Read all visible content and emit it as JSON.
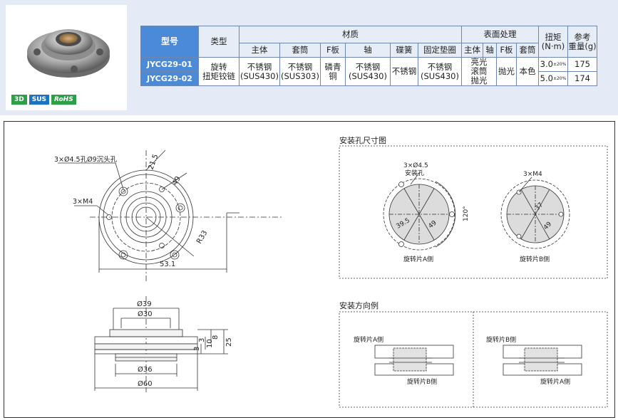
{
  "badges": {
    "b3d": "3D",
    "sus": "SUS",
    "rohs": "RoHS"
  },
  "table": {
    "h_model": "型号",
    "h_type": "类型",
    "h_material": "材质",
    "h_surface": "表面处理",
    "h_torque": "扭矩",
    "h_torque_unit": "(N·m)",
    "h_ref": "参考",
    "h_weight": "重量(g)",
    "sub": [
      "主体",
      "套筒",
      "F板",
      "轴",
      "碟簧",
      "固定垫圈",
      "主体",
      "轴",
      "F板",
      "套筒"
    ],
    "type_line1": "旋转",
    "type_line2": "扭矩铰链",
    "mat_main_1": "不锈钢",
    "mat_main_2": "(SUS430)",
    "mat_sleeve_1": "不锈钢",
    "mat_sleeve_2": "(SUS303)",
    "mat_fplate": "磷青铜",
    "mat_shaft_1": "不锈钢",
    "mat_shaft_2": "(SUS430)",
    "mat_spring": "不锈钢",
    "mat_washer_1": "不锈钢",
    "mat_washer_2": "(SUS430)",
    "surf_main_1": "亮光",
    "surf_main_2": "滚筒",
    "surf_main_3": "抛光",
    "surf_shaft_fplate": "抛光",
    "surf_sleeve": "本色",
    "tol": "±20%",
    "rows": [
      {
        "model": "JYCG29-01",
        "torque": "3.0",
        "weight": "175"
      },
      {
        "model": "JYCG29-02",
        "torque": "5.0",
        "weight": "174"
      }
    ]
  },
  "drawing": {
    "top_view": {
      "hole_label": "3×Ø4.5孔Ø9沉头孔",
      "m4_label": "3×M4",
      "dim_21_5": "21.5",
      "dim_49": "49",
      "dim_r33": "R33",
      "dim_53_1": "53.1"
    },
    "side_view": {
      "d39": "Ø39",
      "d30": "Ø30",
      "d36": "Ø36",
      "d60": "Ø60",
      "h10": "10",
      "h8": "8",
      "h3a": "3",
      "h3b": "3",
      "h25": "25"
    },
    "mount": {
      "title": "安装孔尺寸图",
      "hole_a1": "3×Ø4.5",
      "hole_a2": "安装孔",
      "d39_5": "39.5",
      "d49a": "49",
      "angle": "120°",
      "cap_a": "旋转片A侧",
      "hole_b": "3×M4",
      "d37": "37",
      "d49b": "49",
      "cap_b": "旋转片B侧"
    },
    "direction": {
      "title": "安装方向例",
      "l_top": "旋转片A侧",
      "l_bot": "旋转片B侧",
      "r_top": "旋转片B侧",
      "r_bot": "旋转片A侧"
    }
  }
}
